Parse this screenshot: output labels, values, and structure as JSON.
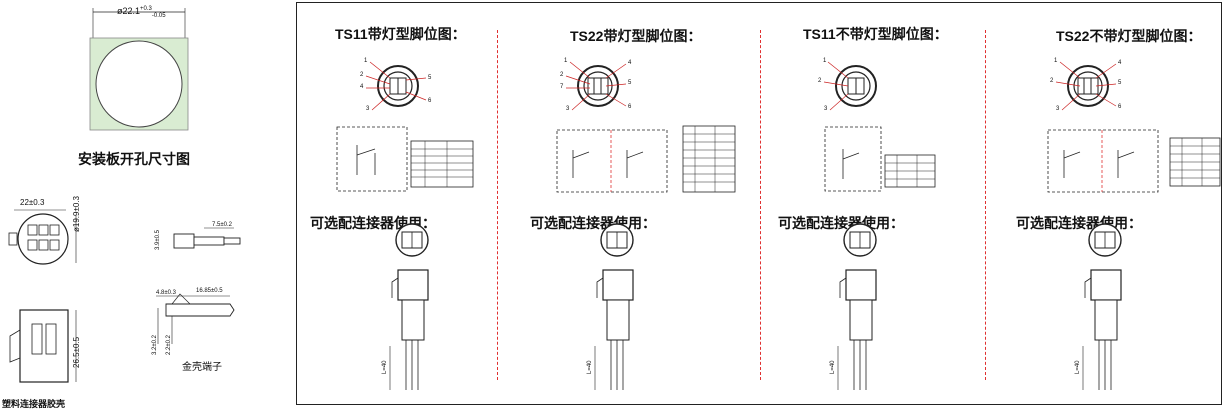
{
  "left": {
    "hole_dimension": "ø22.1",
    "hole_tolerance_upper": "+0.3",
    "hole_tolerance_lower": "-0.05",
    "hole_caption": "安装板开孔尺寸图",
    "housing_width": "22±0.3",
    "housing_diameter": "ø19.9±0.3",
    "housing_height": "26.5±0.5",
    "housing_caption": "塑料连接器胶壳",
    "terminal_dim_a": "7.5±0.2",
    "terminal_dim_b": "3.9±0.5",
    "terminal_dim_c": "4.8±0.3",
    "terminal_dim_d": "16.85±0.5",
    "terminal_dim_e": "3.2±0.2",
    "terminal_dim_f": "2.2±0.2",
    "terminal_caption": "金壳端子"
  },
  "panels": [
    {
      "title": "TS11带灯型脚位图：",
      "subtitle": "可选配连接器使用：",
      "pins_left": [
        "1",
        "2",
        "4",
        "3"
      ],
      "pins_right": [
        "5",
        "6"
      ],
      "lead_label": "L=40"
    },
    {
      "title": "TS22带灯型脚位图：",
      "subtitle": "可选配连接器使用：",
      "pins_left": [
        "1",
        "2",
        "7",
        "3"
      ],
      "pins_right": [
        "4",
        "5",
        "6"
      ],
      "lead_label": "L=40"
    },
    {
      "title": "TS11不带灯型脚位图：",
      "subtitle": "可选配连接器使用：",
      "pins_left": [
        "1",
        "2",
        "3"
      ],
      "pins_right": [],
      "lead_label": "L=40"
    },
    {
      "title": "TS22不带灯型脚位图：",
      "subtitle": "可选配连接器使用：",
      "pins_left": [
        "1",
        "2",
        "3"
      ],
      "pins_right": [
        "4",
        "5",
        "6"
      ],
      "lead_label": "L=40"
    }
  ],
  "colors": {
    "hole_fill": "#d9ecd2",
    "divider": "#e03030",
    "pin_lines": "#cc2222"
  }
}
